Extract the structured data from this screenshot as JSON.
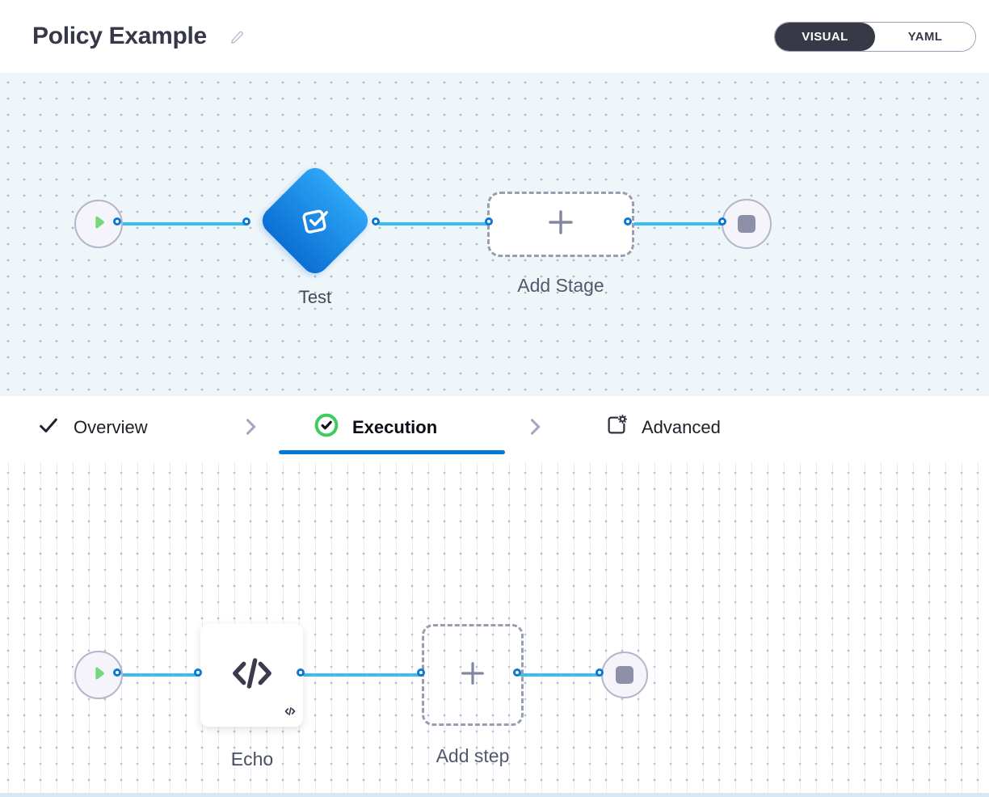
{
  "header": {
    "title": "Policy Example",
    "toggle": {
      "visual_label": "VISUAL",
      "yaml_label": "YAML",
      "selected": "VISUAL"
    }
  },
  "stage_pipeline": {
    "stage_label": "Test",
    "add_stage_label": "Add Stage"
  },
  "tabs": {
    "items": [
      {
        "label": "Overview",
        "icon": "check-icon",
        "state": "completed"
      },
      {
        "label": "Execution",
        "icon": "check-circle-icon",
        "state": "active"
      },
      {
        "label": "Advanced",
        "icon": "advanced-gear-icon",
        "state": "default"
      }
    ]
  },
  "step_pipeline": {
    "step_label": "Echo",
    "add_step_label": "Add step"
  },
  "icons": {
    "edit": "pencil-icon",
    "start_node": "play-icon",
    "end_node": "stop-icon",
    "stage_node": "approval-check-icon",
    "step_node": "code-icon",
    "add": "plus-icon",
    "separator": "chevron-right-icon"
  },
  "colors": {
    "accent_blue": "#0278d5",
    "edge_blue": "#3cbcf2",
    "diamond_gradient": [
      "#2ea6f6",
      "#0b6fd3"
    ],
    "play_green": "#76d77d",
    "tab_check_green": "#3ecb5e",
    "stop_gray": "#8e90a8",
    "canvas_top_bg": "#eff6fa",
    "toggle_dark": "#383946"
  }
}
